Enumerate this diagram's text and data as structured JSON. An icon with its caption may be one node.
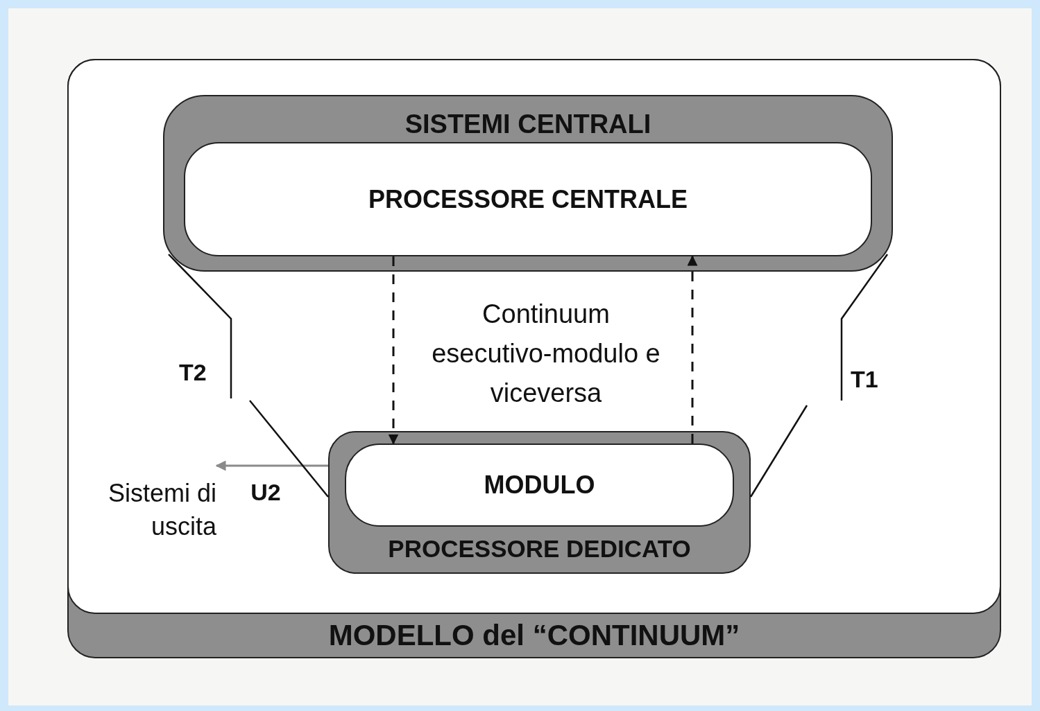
{
  "diagram": {
    "nodes": [
      {
        "text": [
          "MODELLO del “CONTINUUM”"
        ]
      },
      {
        "text": [
          "SISTEMI CENTRALI"
        ],
        "in": 0
      },
      {
        "text": [
          "PROCESSORE CENTRALE"
        ],
        "in": 1
      },
      {
        "text": [
          "PROCESSORE DEDICATO"
        ],
        "in": 0
      },
      {
        "text": [
          "MODULO"
        ],
        "in": 3
      },
      {
        "text": [
          "Sistemi di uscita"
        ],
        "in": 0
      }
    ],
    "edges": [
      {
        "from": 2,
        "to": 4,
        "arrow": "to",
        "style": "dashed"
      },
      {
        "from": 4,
        "to": 2,
        "arrow": "to",
        "style": "dashed"
      },
      {
        "from": 3,
        "to": 5,
        "arrow": "to",
        "label": "U2",
        "color": "#8a8a8a"
      },
      {
        "from": 1,
        "to": null,
        "arrow": "none"
      },
      {
        "from": null,
        "to": 3,
        "arrow": "none"
      },
      {
        "from": 1,
        "to": null,
        "arrow": "none"
      },
      {
        "from": null,
        "to": 3,
        "arrow": "none"
      }
    ],
    "labels": [
      "Continuum esecutivo-modulo e viceversa",
      "T2",
      "T1"
    ]
  }
}
